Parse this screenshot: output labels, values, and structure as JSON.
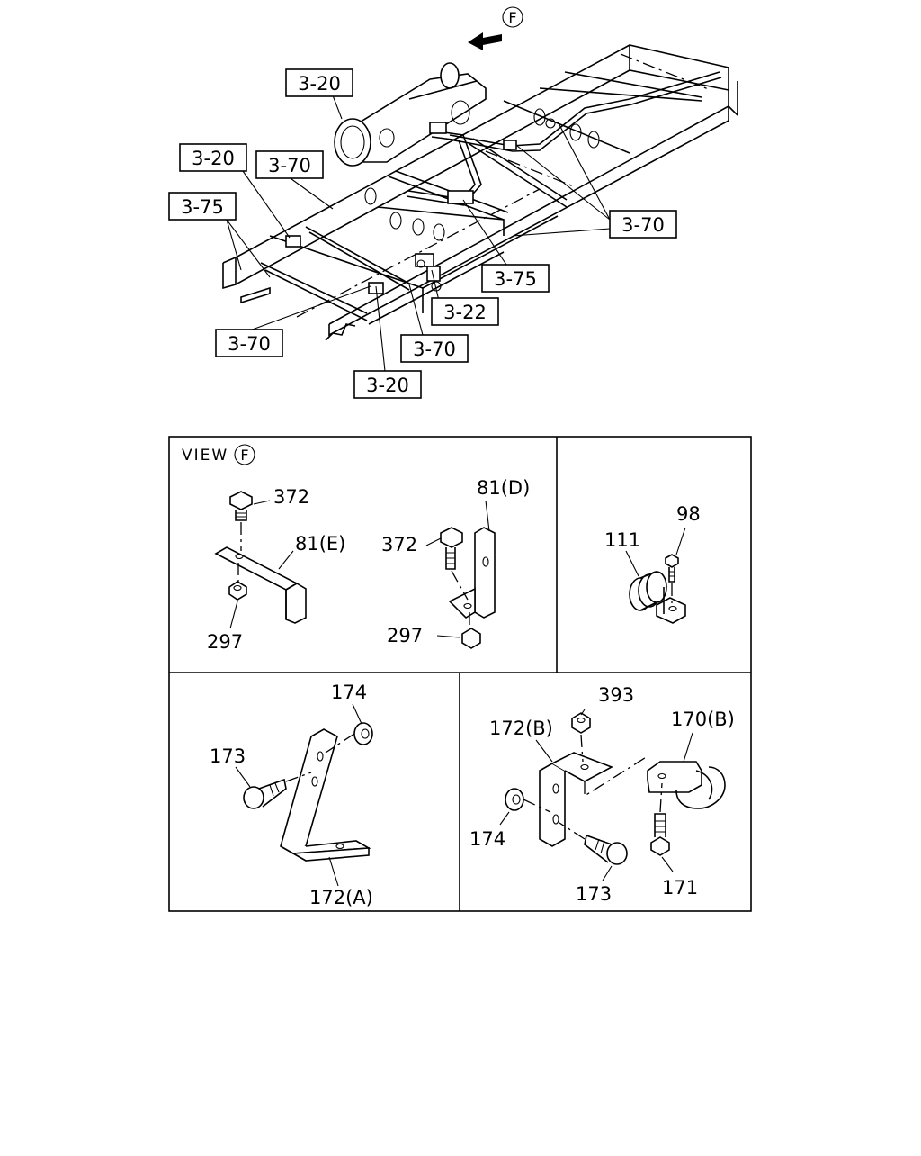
{
  "direction_marker": "F",
  "top_callouts": [
    "3-20",
    "3-20",
    "3-70",
    "3-75",
    "3-70",
    "3-75",
    "3-22",
    "3-70",
    "3-70",
    "3-20"
  ],
  "view_title": "VIEW",
  "view_marker": "F",
  "panel_view": {
    "labels": [
      "372",
      "81(E)",
      "297",
      "81(D)",
      "372",
      "297"
    ]
  },
  "panel_damper": {
    "labels": [
      "98",
      "111"
    ]
  },
  "panel_bracket_a": {
    "labels": [
      "174",
      "173",
      "172(A)"
    ]
  },
  "panel_bracket_b": {
    "labels": [
      "393",
      "172(B)",
      "170(B)",
      "174",
      "173",
      "171"
    ]
  }
}
